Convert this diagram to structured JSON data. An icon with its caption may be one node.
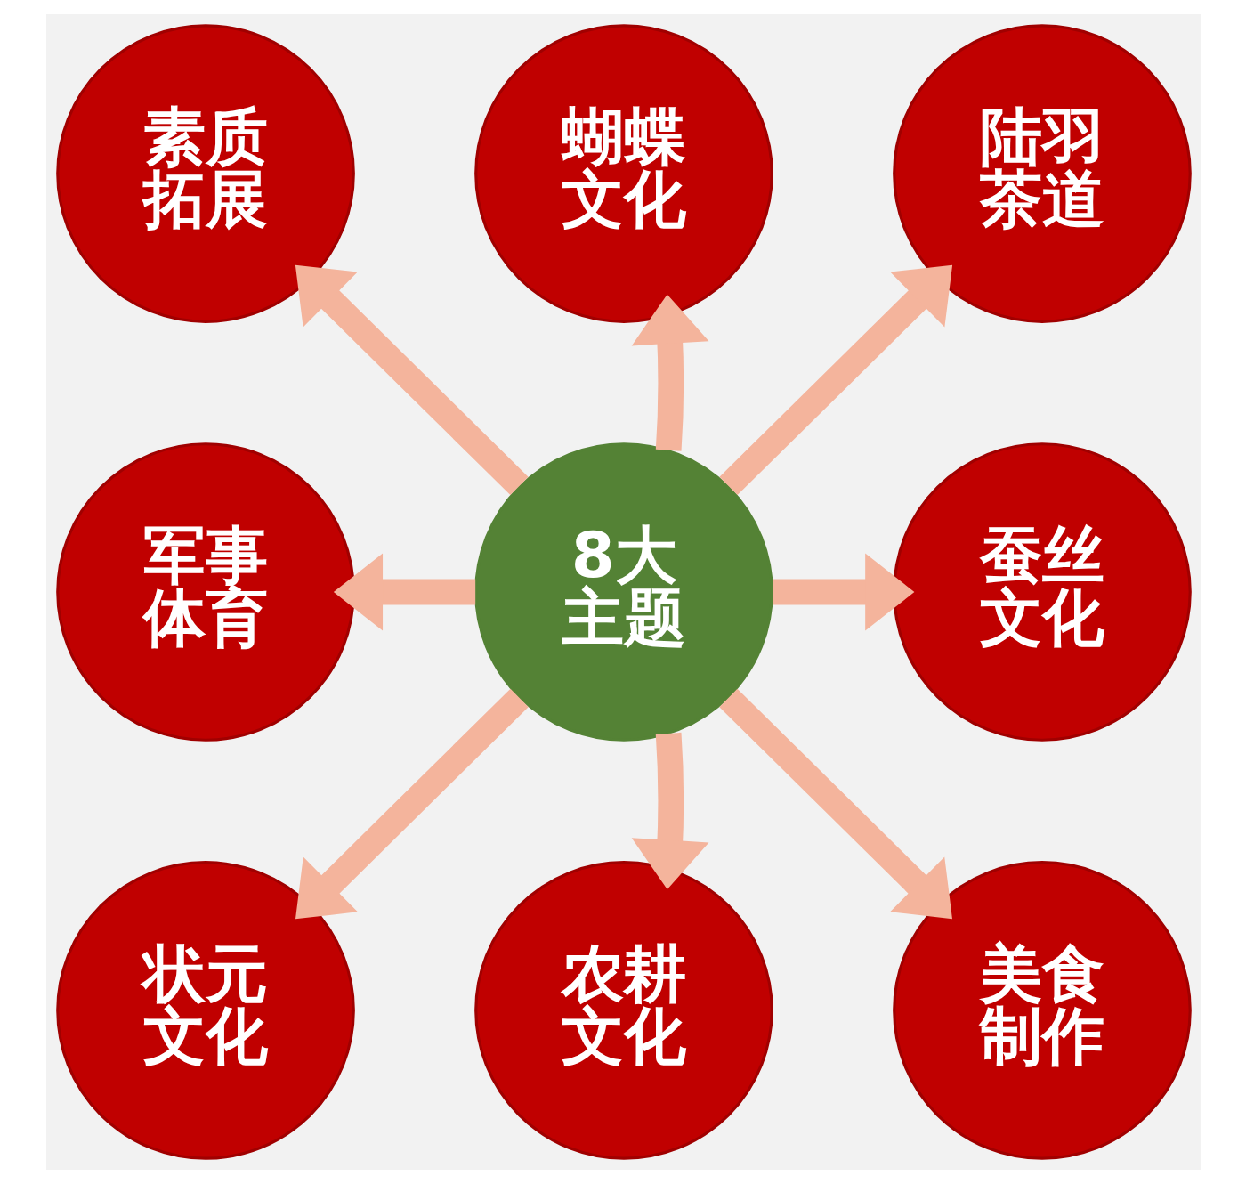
{
  "diagram": {
    "nodes": [
      {
        "text": [
          "8大主题"
        ]
      },
      {
        "text": [
          "蝴蝶文化"
        ]
      },
      {
        "text": [
          "陆羽茶道"
        ]
      },
      {
        "text": [
          "蚕丝文化"
        ]
      },
      {
        "text": [
          "美食制作"
        ]
      },
      {
        "text": [
          "农耕文化"
        ]
      },
      {
        "text": [
          "状元文化"
        ]
      },
      {
        "text": [
          "军事体育"
        ]
      },
      {
        "text": [
          "素质拓展"
        ]
      }
    ],
    "edges": [
      {
        "from": 0,
        "to": 1,
        "arrow": "to"
      },
      {
        "from": 0,
        "to": 2,
        "arrow": "to"
      },
      {
        "from": 0,
        "to": 3,
        "arrow": "to"
      },
      {
        "from": 0,
        "to": 4,
        "arrow": "to"
      },
      {
        "from": 0,
        "to": 5,
        "arrow": "to"
      },
      {
        "from": 0,
        "to": 6,
        "arrow": "to"
      },
      {
        "from": 0,
        "to": 7,
        "arrow": "to"
      },
      {
        "from": 0,
        "to": 8,
        "arrow": "to"
      }
    ]
  }
}
